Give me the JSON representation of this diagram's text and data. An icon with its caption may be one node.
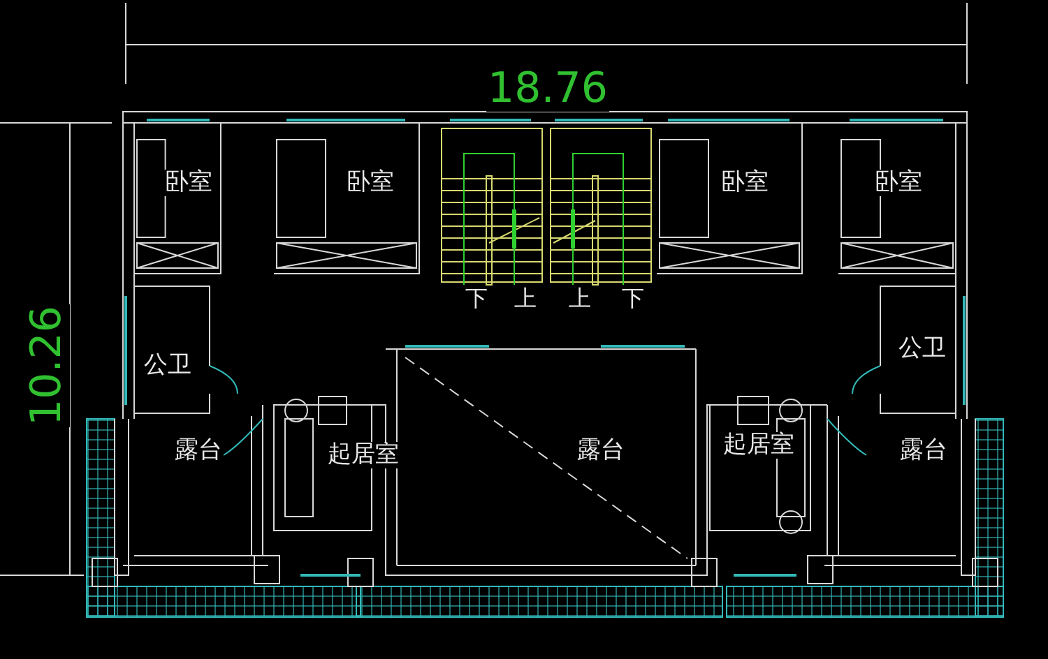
{
  "diagram": {
    "labels": [
      "18.76",
      "10.26",
      "卧室",
      "卧室",
      "卧室",
      "卧室",
      "下",
      "上",
      "上",
      "下",
      "公卫",
      "公卫",
      "露台",
      "起居室",
      "露台",
      "起居室",
      "露台"
    ]
  }
}
